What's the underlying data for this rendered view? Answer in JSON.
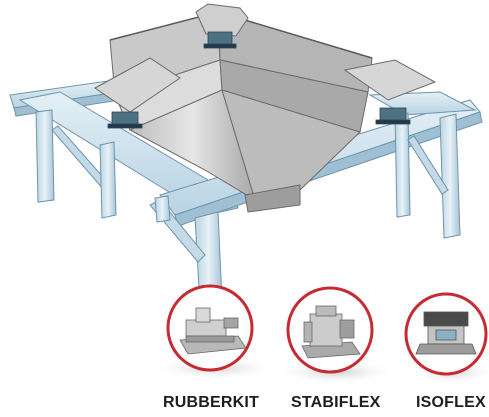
{
  "products": [
    {
      "label": "RUBBERKIT",
      "icon": "rubberkit-load-cell-mount"
    },
    {
      "label": "STABIFLEX",
      "icon": "stabiflex-load-cell-mount"
    },
    {
      "label": "ISOFLEX",
      "icon": "isoflex-load-cell-mount"
    }
  ],
  "colors": {
    "steel": "#cfe3ef",
    "steel_dark": "#8fb5cc",
    "hopper": "#d4d4d4",
    "hopper_dark": "#a9a9a9",
    "ring": "#c62a32",
    "label": "#1e1e1e"
  }
}
